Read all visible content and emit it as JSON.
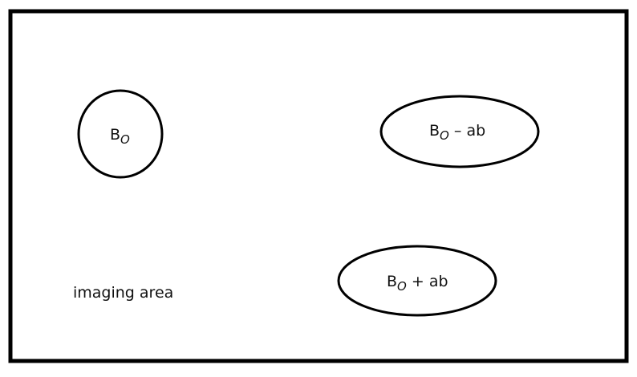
{
  "diagram": {
    "frame_color": "#000000",
    "background": "#ffffff",
    "ellipses": [
      {
        "base": "B",
        "subscript": "O",
        "suffix": ""
      },
      {
        "base": "B",
        "subscript": "O",
        "suffix": " – ab"
      },
      {
        "base": "B",
        "subscript": "O",
        "suffix": " + ab"
      }
    ],
    "area_label": "imaging area"
  }
}
